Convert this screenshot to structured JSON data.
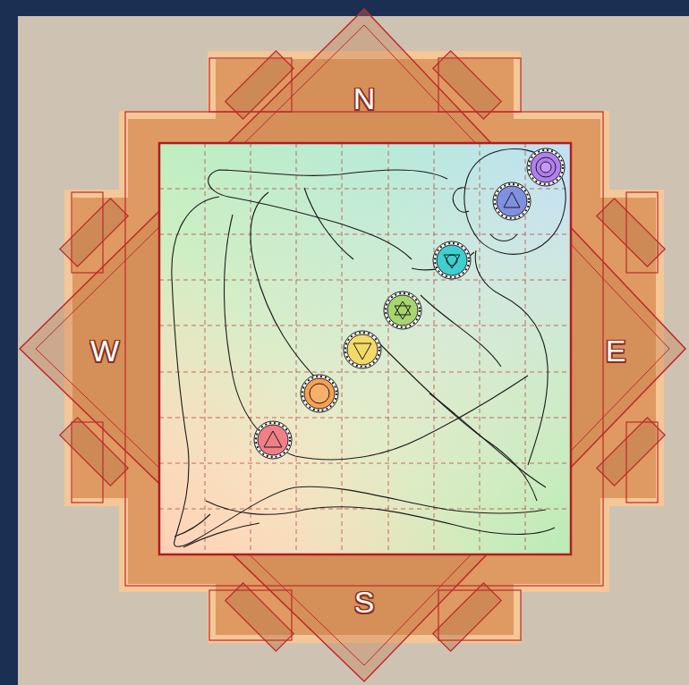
{
  "diagram": {
    "labels": [
      "N",
      "W",
      "E",
      "S"
    ]
  }
}
